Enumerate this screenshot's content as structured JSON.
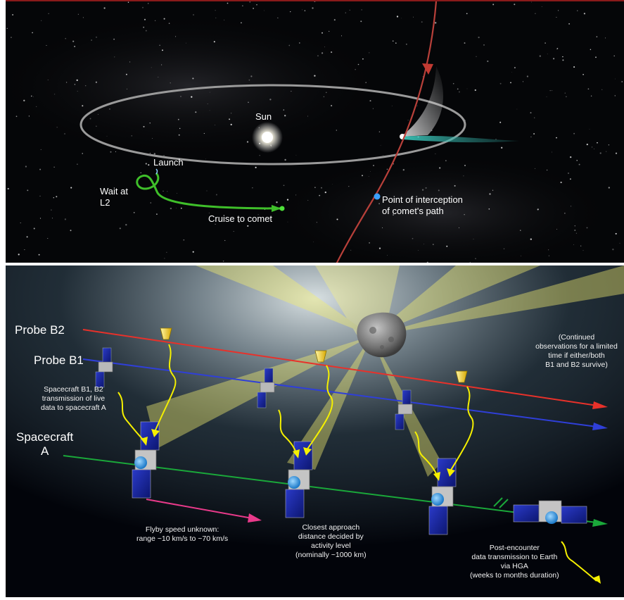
{
  "top_panel": {
    "sun": "Sun",
    "launch": "Launch",
    "wait_l2": "Wait at\nL2",
    "cruise": "Cruise to comet",
    "interception": "Point of interception\nof comet's path"
  },
  "bottom_panel": {
    "probe_b2": "Probe B2",
    "probe_b1": "Probe B1",
    "spacecraft_a": "Spacecraft\nA",
    "transmission_note": "Spacecraft B1, B2\ntransmission of live\ndata to spacecraft A",
    "continued_note": "(Continued\nobservations for a limited\ntime if either/both\nB1 and B2 survive)",
    "flyby_note": "Flyby speed unknown:\nrange ~10 km/s to ~70 km/s",
    "closest_note": "Closest approach\ndistance decided by\nactivity level\n(nominally ~1000 km)",
    "post_note": "Post-encounter\ndata transmission to Earth\nvia HGA\n(weeks to months duration)"
  },
  "colors": {
    "probe_b2_line": "#e8312a",
    "probe_b1_line": "#2f3fd8",
    "spacecraft_a_line": "#1aa83a",
    "cruise_path": "#3fbf2a",
    "comet_path": "#b8403a",
    "data_link": "#f5f000",
    "flyby_arrow": "#e83a8a"
  }
}
